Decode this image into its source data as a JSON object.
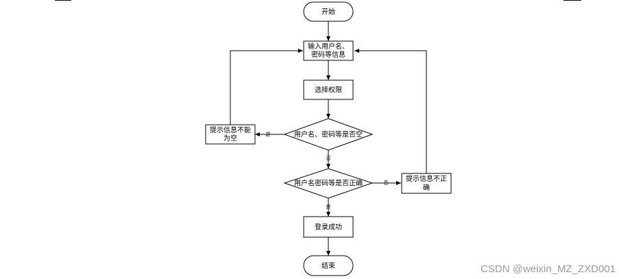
{
  "flowchart": {
    "nodes": {
      "start": "开始",
      "input_line1": "输入用户名、",
      "input_line2": "密码等信息",
      "select": "选择权限",
      "check_empty": "用户名、密码等是否空",
      "tip_empty_line1": "提示信息不能",
      "tip_empty_line2": "为空",
      "check_correct": "用户名密码等是否正确",
      "tip_wrong_line1": "提示信息不正",
      "tip_wrong_line2": "确",
      "success": "登录成功",
      "end": "结束"
    },
    "edges": {
      "empty_yes": "是",
      "empty_no": "否",
      "correct_no": "否",
      "correct_yes": "是"
    }
  },
  "watermark": "CSDN @weixin_MZ_ZXD001",
  "colors": {
    "stroke": "#000000",
    "background": "#ffffff",
    "watermark": "#9a9a9a"
  }
}
